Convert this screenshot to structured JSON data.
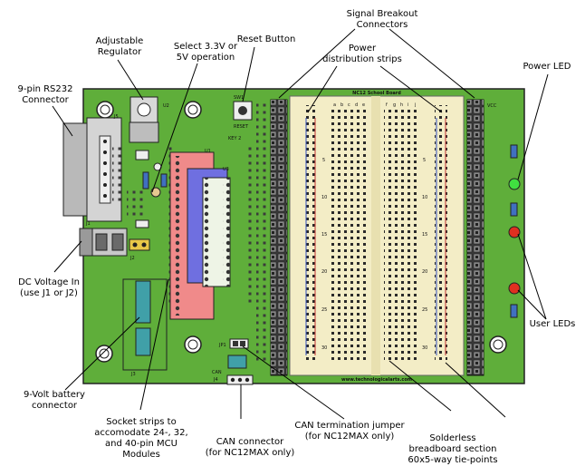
{
  "callouts": {
    "rs232": [
      "9-pin RS232",
      "Connector"
    ],
    "regulator": [
      "Adjustable",
      "Regulator"
    ],
    "select_voltage": [
      "Select 3.3V or",
      "5V operation"
    ],
    "reset": [
      "Reset Button"
    ],
    "signal_breakout": [
      "Signal Breakout",
      "Connectors"
    ],
    "power_strips": [
      "Power",
      "distribution strips"
    ],
    "power_led": [
      "Power LED"
    ],
    "dc_in": [
      "DC Voltage In",
      "(use J1 or J2)"
    ],
    "battery": [
      "9-Volt battery",
      "connector"
    ],
    "socket_strips": [
      "Socket strips to",
      "accomodate 24-, 32,",
      "and 40-pin MCU",
      "Modules"
    ],
    "can_connector": [
      "CAN connector",
      "(for NC12MAX only)"
    ],
    "can_jumper": [
      "CAN termination jumper",
      "(for NC12MAX only)"
    ],
    "breadboard": [
      "Solderless",
      "breadboard section",
      "60x5-way tie-points"
    ],
    "user_leds": [
      "User LEDs"
    ]
  },
  "board": {
    "title": "NC12 School Board",
    "website": "www.technologicalarts.com",
    "colors": {
      "pcb": "#5fae3a",
      "breadboard": "#f3edc6",
      "socket_red": "#f08a8a",
      "socket_blue": "#6f6fe0",
      "led_red": "#e03020",
      "led_green": "#40e040"
    },
    "silk": {
      "j5": "J5",
      "u2": "U2",
      "sw1": "SW1",
      "reset": "RESET",
      "key": "KEY 2",
      "vcc": "VCC",
      "j1": "J1",
      "j2": "J2",
      "j3": "J3",
      "j4": "J4",
      "can": "CAN",
      "jp1": "JP1",
      "u1": "U1",
      "u3": "U3",
      "row_numbers": [
        "5",
        "10",
        "15",
        "20",
        "25",
        "30"
      ],
      "col_letters_left": [
        "a",
        "b",
        "c",
        "d",
        "e"
      ],
      "col_letters_right": [
        "f",
        "g",
        "h",
        "i",
        "j"
      ]
    }
  }
}
